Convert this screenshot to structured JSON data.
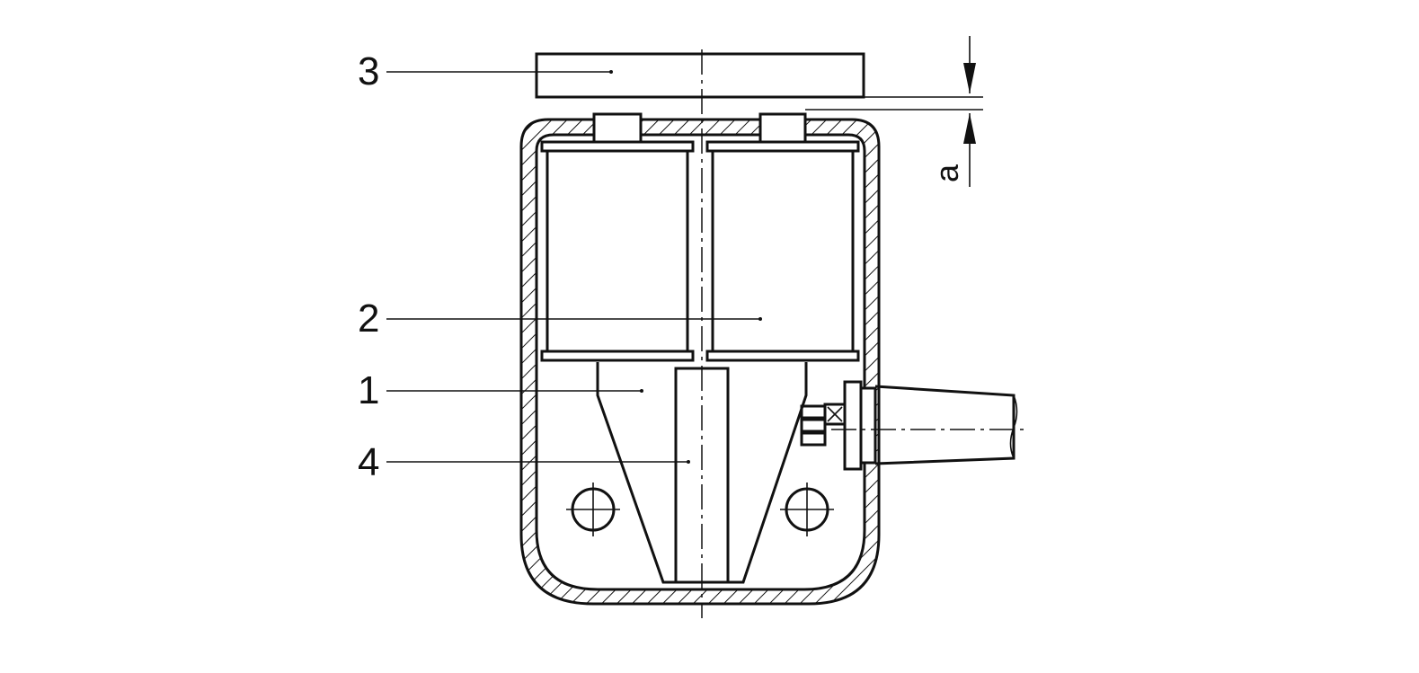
{
  "labels": {
    "target": "3",
    "coil": "2",
    "core": "1",
    "magnet": "4",
    "gap": "a"
  }
}
